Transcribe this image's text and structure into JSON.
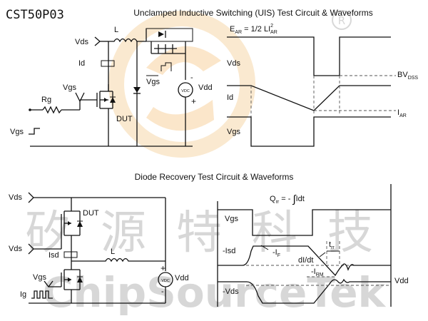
{
  "part_number": "CST50P03",
  "uis": {
    "title": "Unclamped Inductive Switching (UIS) Test Circuit & Waveforms",
    "circuit": {
      "vds": "Vds",
      "id": "Id",
      "l": "L",
      "rg": "Rg",
      "vgs": "Vgs",
      "dut": "DUT",
      "vgs_source": "Vgs",
      "vgs_bar": "Vgs",
      "vdd": "Vdd",
      "minus": "-",
      "plus": "+",
      "src": "VDC"
    },
    "waveforms": {
      "eq_prefix": "E",
      "eq_sub": "AR",
      "eq_mid": " = 1/2 LI",
      "eq_sup": "2",
      "eq_sub2": "AR",
      "vds": "Vds",
      "id": "Id",
      "vgs": "Vgs",
      "bv_main": "BV",
      "bv_sub": "DSS",
      "iar_main": "I",
      "iar_sub": "AR"
    }
  },
  "diode": {
    "title": "Diode Recovery Test Circuit & Waveforms",
    "circuit": {
      "vds_top": "Vds",
      "vds_bottom": "Vds",
      "dut": "DUT",
      "isd": "Isd",
      "l": "L",
      "vgs": "Vgs",
      "vdd": "Vdd",
      "ig": "Ig",
      "plus": "+",
      "minus": "-",
      "src": "VDC"
    },
    "waveforms": {
      "qrr_main": "Q",
      "qrr_sub": "rr",
      "qrr_rest": " = - ",
      "qrr_int": "Idt",
      "vgs": "Vgs",
      "isd": "-Isd",
      "if_main": "-I",
      "if_sub": "F",
      "didt": "dI/dt",
      "trr_main": "t",
      "trr_sub": "rr",
      "irm_main": "-I",
      "irm_sub": "RM",
      "vds": "-Vds",
      "vdd": "Vdd"
    }
  },
  "watermark": {
    "chinese": "矽源特科技",
    "english": "ChipSourceTek",
    "registered": "R"
  }
}
